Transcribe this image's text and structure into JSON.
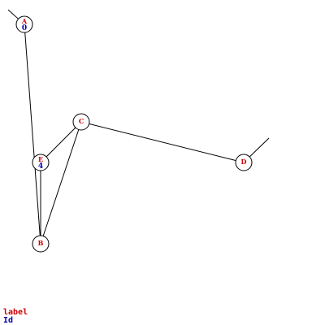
{
  "colors": {
    "label": "#cc0000",
    "id": "#0000aa",
    "edge": "#000000",
    "node_fill": "#ffffff",
    "node_stroke": "#000000"
  },
  "nodes": [
    {
      "key": "A",
      "label": "A",
      "id": "0"
    },
    {
      "key": "C",
      "label": "C",
      "id": ""
    },
    {
      "key": "E",
      "label": "E",
      "id": "4"
    },
    {
      "key": "D",
      "label": "D",
      "id": ""
    },
    {
      "key": "B",
      "label": "B",
      "id": ""
    }
  ],
  "edges": [
    {
      "from": "A",
      "to": "B"
    },
    {
      "from": "E",
      "to": "B"
    },
    {
      "from": "E",
      "to": "C"
    },
    {
      "from": "C",
      "to": "B"
    },
    {
      "from": "C",
      "to": "D"
    }
  ],
  "legend": {
    "label_text": "label",
    "id_text": "Id"
  }
}
